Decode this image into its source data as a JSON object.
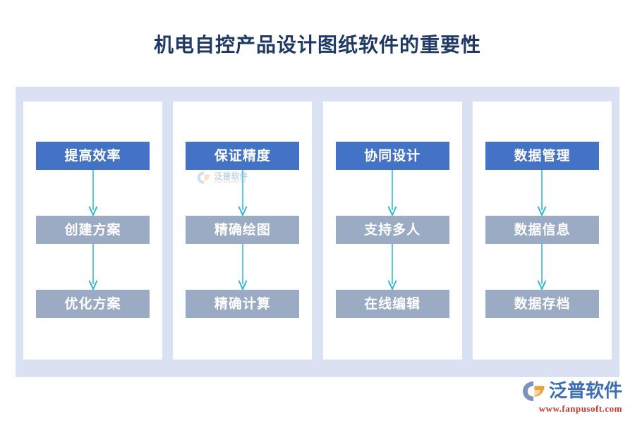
{
  "page": {
    "title": "机电自控产品设计图纸软件的重要性",
    "title_color": "#1F3864",
    "background_color": "#FFFFFF"
  },
  "theme": {
    "panel_background": "#DAE1F3",
    "card_background": "#FFFFFF",
    "header_box_color": "#4472C4",
    "step_box_color": "#9BABC4",
    "arrow_color": "#5BC8DC",
    "box_text_color": "#FFFFFF"
  },
  "diagram": {
    "type": "flow-columns",
    "columns": [
      {
        "header": "提高效率",
        "steps": [
          "创建方案",
          "优化方案"
        ]
      },
      {
        "header": "保证精度",
        "steps": [
          "精确绘图",
          "精确计算"
        ]
      },
      {
        "header": "协同设计",
        "steps": [
          "支持多人",
          "在线编辑"
        ]
      },
      {
        "header": "数据管理",
        "steps": [
          "数据信息",
          "数据存档"
        ]
      }
    ]
  },
  "watermark": {
    "name": "泛普软件",
    "url": "www.fanpusoft.com"
  },
  "logo": {
    "name": "泛普软件",
    "url": "www.fanpusoft.com",
    "mark_primary_color": "#7C93BE",
    "mark_accent_color": "#E8A33D",
    "name_color": "#3D6DB5",
    "url_color": "#C0392B"
  }
}
